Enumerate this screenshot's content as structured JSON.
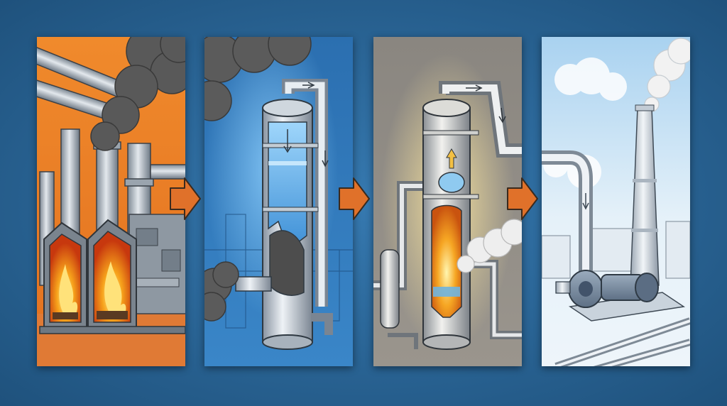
{
  "colors": {
    "background": "#2b6ea3",
    "background_edge": "#1f527d",
    "arrow": "#e0712a",
    "arrow_outline": "#3a2a1e",
    "panel_1_bg": "#ea7d27",
    "panel_2_bg": "#2d78bd",
    "panel_3_bg": "#8d8983",
    "panel_4_bg": "#d6e9f6",
    "steel": "#b9c2cb",
    "steel_dark": "#5b6670",
    "smoke": "#5b5b5b",
    "fire": "#f7a21b",
    "water": "#64b4ea",
    "steam": "#eeeeee"
  },
  "panels": [
    {
      "id": "panel-1",
      "icon": "furnace-icon"
    },
    {
      "id": "panel-2",
      "icon": "scrubber-tower-icon"
    },
    {
      "id": "panel-3",
      "icon": "heated-column-icon"
    },
    {
      "id": "panel-4",
      "icon": "pump-and-chimney-icon"
    }
  ],
  "arrows": [
    "arrow-right-icon",
    "arrow-right-icon",
    "arrow-right-icon"
  ]
}
